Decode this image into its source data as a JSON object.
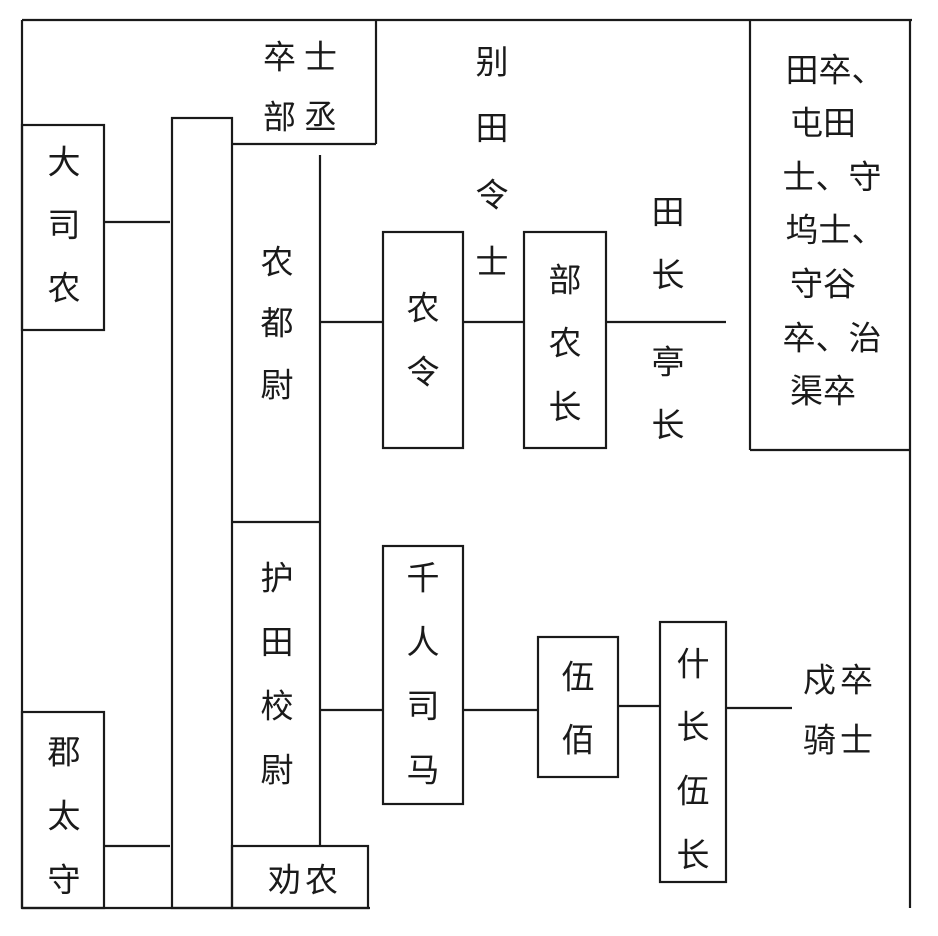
{
  "diagram": {
    "nodes": {
      "da_si_nong": [
        "大",
        "司",
        "农"
      ],
      "jun_tai_shou": [
        "郡",
        "太",
        "守"
      ],
      "zu_shi_bu_cheng": [
        "卒士",
        "部丞"
      ],
      "nong_du_wei": [
        "农",
        "都",
        "尉"
      ],
      "hu_tian_xiao_wei": [
        "护",
        "田",
        "校",
        "尉"
      ],
      "quan_nong": "劝农",
      "bie_tian_ling_shi": [
        "别",
        "田",
        "令",
        "士"
      ],
      "nong_ling": [
        "农",
        "令"
      ],
      "bu_nong_zhang": [
        "部",
        "农",
        "长"
      ],
      "tian_zhang": [
        "田",
        "长"
      ],
      "ting_zhang": [
        "亭",
        "长"
      ],
      "tian_zu_list": [
        "田卒、",
        "屯田",
        "士、守",
        "坞士、",
        "守谷",
        "卒、治",
        "渠卒"
      ],
      "qian_ren_si_ma": [
        "千",
        "人",
        "司",
        "马"
      ],
      "wu_bai": [
        "伍",
        "佰"
      ],
      "shi_zhang_wu_zhang": [
        "什",
        "长",
        "伍",
        "长"
      ],
      "shu_zu_qi_shi": [
        "戍卒",
        "骑士"
      ]
    }
  }
}
